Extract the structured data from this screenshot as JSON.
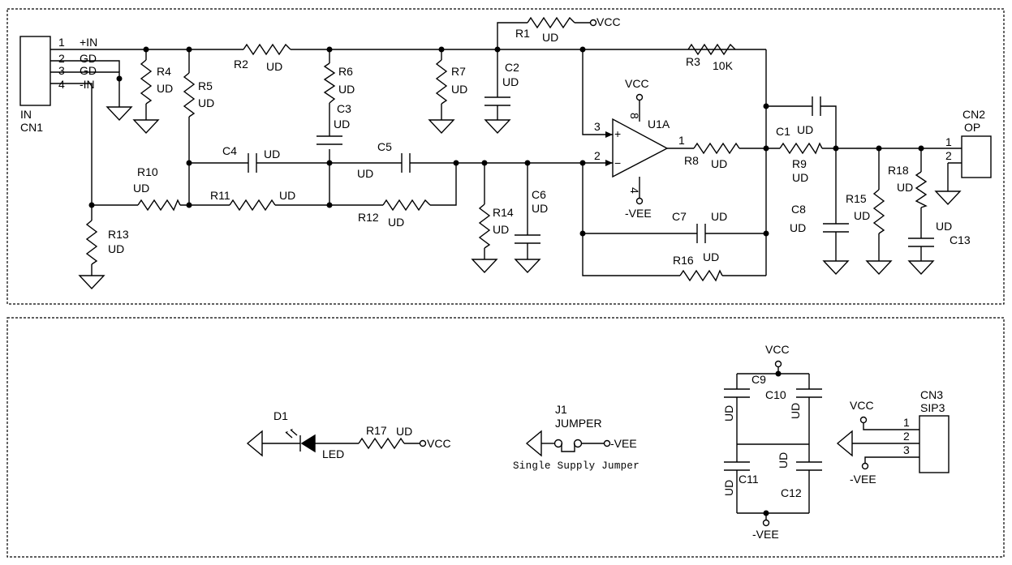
{
  "cn1": {
    "ref": "CN1",
    "value": "IN",
    "pins": [
      {
        "num": "1",
        "name": "+IN"
      },
      {
        "num": "2",
        "name": "GD"
      },
      {
        "num": "3",
        "name": "GD"
      },
      {
        "num": "4",
        "name": "-IN"
      }
    ]
  },
  "cn2": {
    "ref": "CN2",
    "value": "OP",
    "pins": [
      "1",
      "2"
    ]
  },
  "cn3": {
    "ref": "CN3",
    "value": "SIP3",
    "pins": [
      "1",
      "2",
      "3"
    ]
  },
  "u1": {
    "ref": "U1A",
    "pin_plus": "3",
    "pin_minus": "2",
    "pin_out": "1",
    "pin_vcc": "8",
    "pin_vee": "4",
    "plus_sign": "+",
    "minus_sign": "−"
  },
  "resistors": {
    "r1": {
      "ref": "R1",
      "value": "UD"
    },
    "r2": {
      "ref": "R2",
      "value": "UD"
    },
    "r3": {
      "ref": "R3",
      "value": "10K"
    },
    "r4": {
      "ref": "R4",
      "value": "UD"
    },
    "r5": {
      "ref": "R5",
      "value": "UD"
    },
    "r6": {
      "ref": "R6",
      "value": "UD"
    },
    "r7": {
      "ref": "R7",
      "value": "UD"
    },
    "r8": {
      "ref": "R8",
      "value": "UD"
    },
    "r9": {
      "ref": "R9",
      "value": "UD"
    },
    "r10": {
      "ref": "R10",
      "value": "UD"
    },
    "r11": {
      "ref": "R11",
      "value": "UD"
    },
    "r12": {
      "ref": "R12",
      "value": "UD"
    },
    "r13": {
      "ref": "R13",
      "value": "UD"
    },
    "r14": {
      "ref": "R14",
      "value": "UD"
    },
    "r15": {
      "ref": "R15",
      "value": "UD"
    },
    "r16": {
      "ref": "R16",
      "value": "UD"
    },
    "r17": {
      "ref": "R17",
      "value": "UD"
    },
    "r18": {
      "ref": "R18",
      "value": "UD"
    }
  },
  "capacitors": {
    "c1": {
      "ref": "C1",
      "value": "UD"
    },
    "c2": {
      "ref": "C2",
      "value": "UD"
    },
    "c3": {
      "ref": "C3",
      "value": "UD"
    },
    "c4": {
      "ref": "C4",
      "value": "UD"
    },
    "c5": {
      "ref": "C5",
      "value": "UD"
    },
    "c6": {
      "ref": "C6",
      "value": "UD"
    },
    "c7": {
      "ref": "C7",
      "value": "UD"
    },
    "c8": {
      "ref": "C8",
      "value": "UD"
    },
    "c9": {
      "ref": "C9",
      "value": "UD"
    },
    "c10": {
      "ref": "C10",
      "value": "UD"
    },
    "c11": {
      "ref": "C11",
      "value": "UD"
    },
    "c12": {
      "ref": "C12",
      "value": "UD"
    },
    "c13": {
      "ref": "C13",
      "value": "UD"
    }
  },
  "d1": {
    "ref": "D1",
    "value": "LED"
  },
  "j1": {
    "ref": "J1",
    "value": "JUMPER",
    "caption": "Single Supply Jumper"
  },
  "nets": {
    "vcc": "VCC",
    "vee": "-VEE"
  }
}
